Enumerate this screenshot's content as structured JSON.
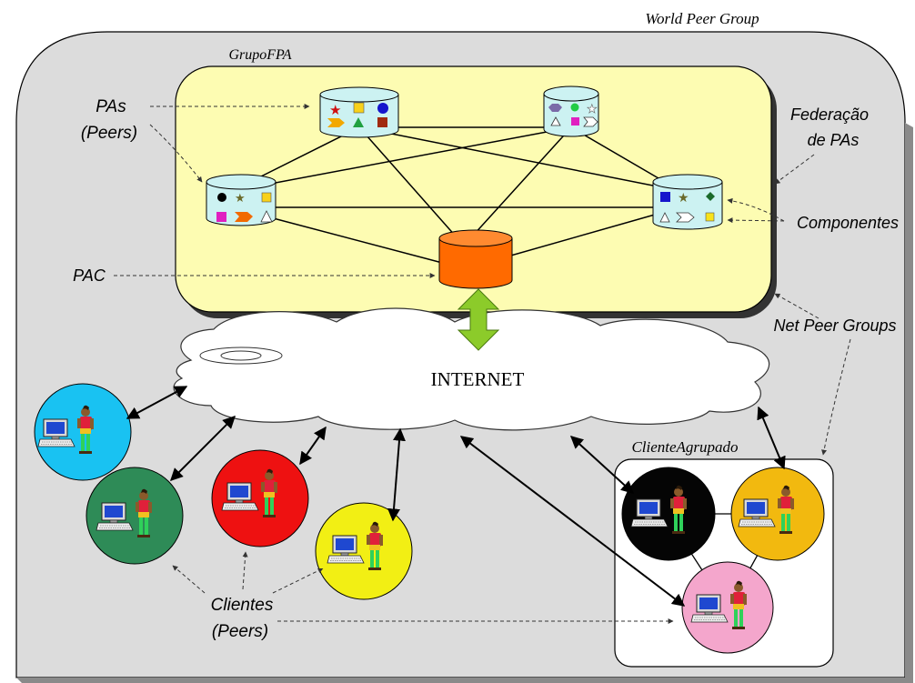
{
  "labels": {
    "world_peer_group": "World Peer Group",
    "grupo_fpa": "GrupoFPA",
    "pas_line1": "PAs",
    "pas_line2": "(Peers)",
    "federacao_line1": "Federação",
    "federacao_line2": "de PAs",
    "componentes": "Componentes",
    "pac": "PAC",
    "net_peer_groups": "Net Peer Groups",
    "internet": "INTERNET",
    "cliente_agrupado": "ClienteAgrupado",
    "clientes_line1": "Clientes",
    "clientes_line2": "(Peers)"
  },
  "nodes": {
    "pa_server_count": 4,
    "pac_count": 1,
    "client_count": 7,
    "client_colors": [
      "#19c2f2",
      "#2e8b57",
      "#ee1111",
      "#f2ef14",
      "#050505",
      "#f2b90f",
      "#f4a6cc"
    ]
  },
  "colors": {
    "world_group_fill": "#dcdcdc",
    "fpa_group_fill": "#fdfcb2",
    "server_fill": "#ccf2f2",
    "pac_fill": "#ff6a00",
    "internet_arrow": "#8ccb2a",
    "cloud_fill": "#ffffff"
  }
}
